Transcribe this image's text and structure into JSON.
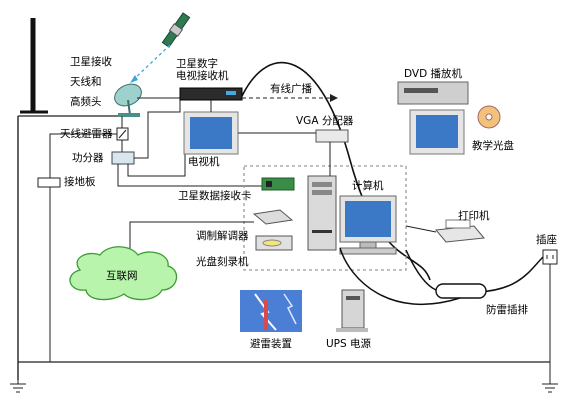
{
  "labels": {
    "satellite_antenna": "卫星接收\n天线和\n高频头",
    "satellite_tv_receiver": "卫星数字\n电视接收机",
    "cable_broadcast": "有线广播",
    "dvd_player": "DVD 播放机",
    "teaching_disc": "教学光盘",
    "antenna_arrester": "天线避雷器",
    "power_splitter": "功分器",
    "grounding_plate": "接地板",
    "tv_set": "电视机",
    "vga_distributor": "VGA 分配器",
    "computer": "计算机",
    "satellite_data_card": "卫星数据接收卡",
    "printer": "打印机",
    "socket": "插座",
    "modem": "调制解调器",
    "cd_burner": "光盘刻录机",
    "internet": "互联网",
    "surge_strip": "防雷插排",
    "lightning_device": "避雷装置",
    "ups_power": "UPS 电源"
  },
  "colors": {
    "link_line": "#000000",
    "wireless_link": "#3aa6dd",
    "cloud_fill": "#b9f4ad",
    "cloud_stroke": "#3c9c34",
    "dashed_box": "#9a9a9a",
    "device_teal": "#4a8f8b",
    "screen_blue": "#3b78c5"
  },
  "icons": [
    "satellite-icon",
    "dish-antenna-icon",
    "receiver-box-icon",
    "dvd-player-icon",
    "disc-icon",
    "tv-icon",
    "vga-splitter-icon",
    "pc-tower-icon",
    "monitor-icon",
    "pci-card-icon",
    "printer-icon",
    "modem-icon",
    "cd-burner-icon",
    "cloud-icon",
    "lightning-photo-icon",
    "ups-icon",
    "power-strip-icon",
    "socket-icon",
    "ground-symbol-icon",
    "arrester-icon",
    "splitter-icon"
  ]
}
